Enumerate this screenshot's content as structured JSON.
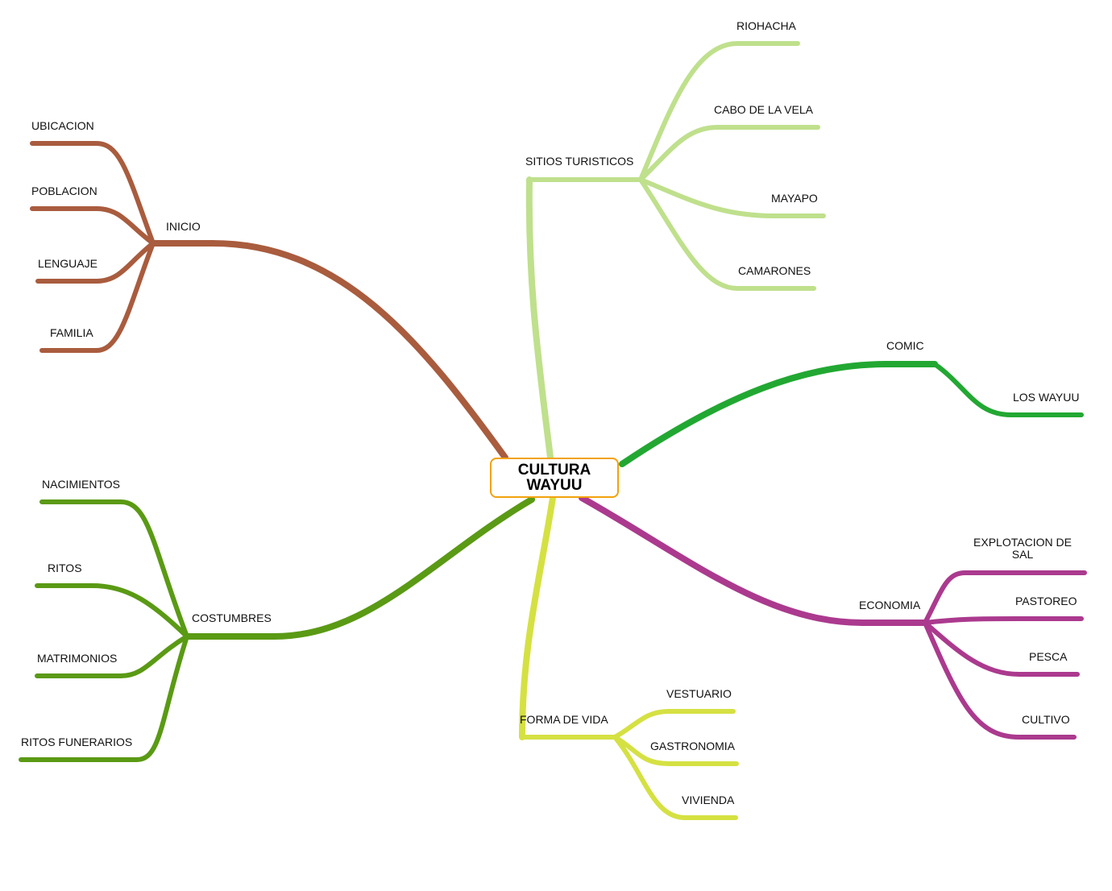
{
  "central": {
    "title": "CULTURA WAYUU",
    "border_color": "#f2a20c"
  },
  "branches": {
    "inicio": {
      "label": "INICIO",
      "color": "#a95c3e",
      "children": [
        "UBICACION",
        "POBLACION",
        "LENGUAJE",
        "FAMILIA"
      ]
    },
    "sitios": {
      "label": "SITIOS TURISTICOS",
      "color": "#bfe08c",
      "children": [
        "RIOHACHA",
        "CABO DE LA VELA",
        "MAYAPO",
        "CAMARONES"
      ]
    },
    "comic": {
      "label": "COMIC",
      "color": "#22a832",
      "children": [
        "LOS WAYUU"
      ]
    },
    "economia": {
      "label": "ECONOMIA",
      "color": "#ab3a8e",
      "children": [
        "EXPLOTACION  DE SAL",
        "PASTOREO",
        "PESCA",
        "CULTIVO"
      ]
    },
    "forma": {
      "label": "FORMA DE VIDA",
      "color": "#d5e142",
      "children": [
        "VESTUARIO",
        "GASTRONOMIA",
        "VIVIENDA"
      ]
    },
    "costumbres": {
      "label": "COSTUMBRES",
      "color": "#5a9a14",
      "children": [
        "NACIMIENTOS",
        "RITOS",
        "MATRIMONIOS",
        "RITOS FUNERARIOS"
      ]
    }
  }
}
